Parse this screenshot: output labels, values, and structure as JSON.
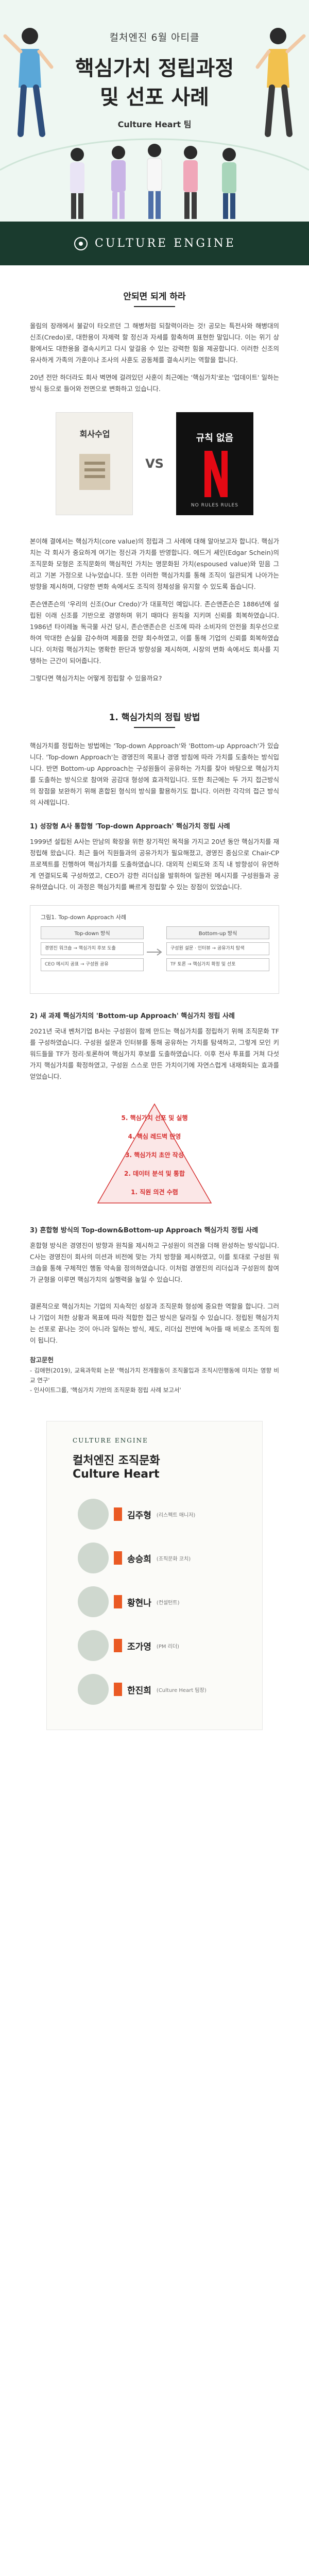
{
  "hero": {
    "series": "컬처엔진 6월 아티클",
    "title_line1": "핵심가치 정립과정",
    "title_line2": "및 선포 사례",
    "team": "Culture Heart 팀"
  },
  "logoband": {
    "logo_text": "CULTURE ENGINE"
  },
  "intro": {
    "title": "안되면 되게 하라",
    "p1": "올림의 장래에서 불같이 타오르던 그 해병처럼 되찰력이라는 것! 공모는 특전사와 해병대의 신조(Credo)로, 대한용이 자제력 할 정신과 자세를 함축하며 표현한 말입니다. 이는 위기 상황에서도 대한용을 결속시키고 다시 앞걸음 수 있는 강력한 힘을 제공합니다. 이러한 신조의 유사하게 가족의 가훈이나 조사의 사훈도 공동체를 결속시키는 역할을 합니다.",
    "p2": "20년 전만 하더라도 회사 벽면에 걸려있던 사훈이 최근에는 '핵심가치'로는 '업데이트' 일하는 방식 등으로 들어와 전면으로 변화하고 있습니다.",
    "book_left_title": "회사수업",
    "book_right_title": "규칙 없음",
    "book_right_label": "NO RULES RULES",
    "vs": "VS",
    "p3": "본이해 결에서는 핵심가치(core value)의 정립과 그 사례에 대해 알아보고자 합니다. 핵심가치는 각 회사가 중요하게 여기는 정신과 가치를 반영합니다. 에드거 셰인(Edgar Schein)의 조직문화 모형은 조직문화의 핵심적인 가치는 명문화된 가치(espoused value)와 믿음 그리고 기본 가정으로 나누었습니다. 또한 이러한 핵심가치를 통해 조직이 일관되게 나아가는 방향을 제시하며, 다양한 변화 속에서도 조직의 정체성을 유지할 수 있도록 돕습니다.",
    "p4": "존슨앤존슨의 '우리의 신조(Our Credo)'가 대표적인 예입니다. 존슨앤존슨은 1886년에 설립된 이래 신조를 기반으로 경영하며 위기 때마다 원칙을 지키며 신뢰를 회복하였습니다. 1986년 타이레놀 독극물 사건 당시, 존슨앤존슨은 신조에 따라 소비자의 안전을 최우선으로 하여 막대한 손실을 감수하며 제품을 전량 회수하였고, 이를 통해 기업의 신뢰를 회복하였습니다. 이처럼 핵심가치는 명확한 판단과 방향성을 제시하며, 시장의 변화 속에서도 회사를 지탱하는 근간이 되어줍니다.",
    "p5": "그렇다면 핵심가치는 어떻게 정립할 수 있을까요?"
  },
  "method": {
    "title": "1. 핵심가치의 정립 방법",
    "p1": "핵심가치를 정립하는 방법에는 'Top-down Approach'와 'Bottom-up Approach'가 있습니다. 'Top-down Approach'는 경영진의 목표나 경영 방침에 따라 가치를 도출하는 방식입니다. 반면 Bottom-up Approach는 구성원들이 공유하는 가치를 찾아 바탕으로 핵심가치를 도출하는 방식으로 참여와 공감대 형성에 효과적입니다. 또한 최근에는 두 가지 접근방식의 장점을 보완하기 위해 혼합된 형식의 방식을 활용하기도 합니다. 이러한 각각의 접근 방식의 사례입니다.",
    "sub1": "1) 성장형 A사 통합형 'Top-down Approach' 핵심가치 정립 사례",
    "p2": "1999년 설립된 A사는 만남의 확장을 위한 장기적인 목적을 가지고 20년 동안 핵심가치를 재정립해 왔습니다. 최근 들어 직원들과의 공유가치가 필요해졌고, 경영진 중심으로 Chair-CP 프로젝트를 진행하여 핵심가치를 도출하였습니다. 대외적 신뢰도와 조직 내 방향성이 유연하게 연결되도록 구성하였고, CEO가 강한 리더십을 발휘하여 일관된 메시지를 구성원들과 공유하였습니다. 이 과정은 핵심가치를 빠르게 정립할 수 있는 장점이 있었습니다.",
    "diagram_title": "그림1. Top-down Approach 사례",
    "diag_l_head": "Top-down 방식",
    "diag_l_box1": "경영진 워크숍 → 핵심가치 후보 도출",
    "diag_l_box2": "CEO 메시지 공표 → 구성원 공유",
    "diag_r_head": "Bottom-up 방식",
    "diag_r_box1": "구성원 설문 · 인터뷰 → 공유가치 탐색",
    "diag_r_box2": "TF 토론 → 핵심가치 확정 및 선포",
    "sub2": "2) 새 과제 핵심가치의 'Bottom-up Approach' 핵심가치 정립 사례",
    "p3": "2021년 국내 벤처기업 B사는 구성원이 함께 만드는 핵심가치를 정립하기 위해 조직문화 TF를 구성하였습니다. 구성원 설문과 인터뷰를 통해 공유하는 가치를 탐색하고, 그렇게 모인 키워드들을 TF가 정리·토론하여 핵심가치 후보를 도출하였습니다. 이후 전사 투표를 거쳐 다섯 가지 핵심가치를 확정하였고, 구성원 스스로 만든 가치이기에 자연스럽게 내재화되는 효과를 얻었습니다.",
    "pyr1": "5. 핵심가치 선포 및 실행",
    "pyr2": "4. 핵심 레드벽 반영",
    "pyr3": "3. 핵심가치 초안 작성",
    "pyr4": "2. 데이터 분석 및 통합",
    "pyr5": "1. 직원 의견 수렴",
    "sub3": "3) 혼합형 방식의 Top-down&Bottom-up Approach 핵심가치 정립 사례",
    "p4": "혼합형 방식은 경영진이 방향과 원칙을 제시하고 구성원이 의견을 더해 완성하는 방식입니다. C사는 경영진이 회사의 미션과 비전에 맞는 가치 방향을 제시하였고, 이를 토대로 구성원 워크숍을 통해 구체적인 행동 약속을 정의하였습니다. 이처럼 경영진의 리더십과 구성원의 참여가 균형을 이루면 핵심가치의 실행력을 높일 수 있습니다.",
    "p5": "결론적으로 핵심가치는 기업의 지속적인 성장과 조직문화 형성에 중요한 역할을 합니다. 그러나 기업이 처한 상황과 목표에 따라 적합한 접근 방식은 달라질 수 있습니다. 정립된 핵심가치는 선포로 끝나는 것이 아니라 일하는 방식, 제도, 리더십 전반에 녹아들 때 비로소 조직의 힘이 됩니다.",
    "ref_head": "참고문헌",
    "ref1": "- 김애현(2019), 교육과학회 논문 '핵심가치 전개활동이 조직몰입과 조직시민행동에 미치는 영향 비교 연구'",
    "ref2": "- 인사이트그룹, '핵심가치 기반의 조직문화 정립 사례 보고서'"
  },
  "card": {
    "logo": "CULTURE ENGINE",
    "title1": "컬처엔진 조직문화",
    "title2": "Culture Heart",
    "members": [
      {
        "name": "김주형",
        "role": "(리스펙트 매니저)"
      },
      {
        "name": "송승희",
        "role": "(조직문화 코치)"
      },
      {
        "name": "황현나",
        "role": "(컨설턴트)"
      },
      {
        "name": "조가영",
        "role": "(PM 리더)"
      },
      {
        "name": "한진희",
        "role": "(Culture Heart 팀장)"
      }
    ]
  },
  "colors": {
    "accent": "#ea5a24",
    "brand_dark": "#1a3b2e",
    "hero_bg": "#eef7f2",
    "pyramid_red": "#d62f2f"
  }
}
